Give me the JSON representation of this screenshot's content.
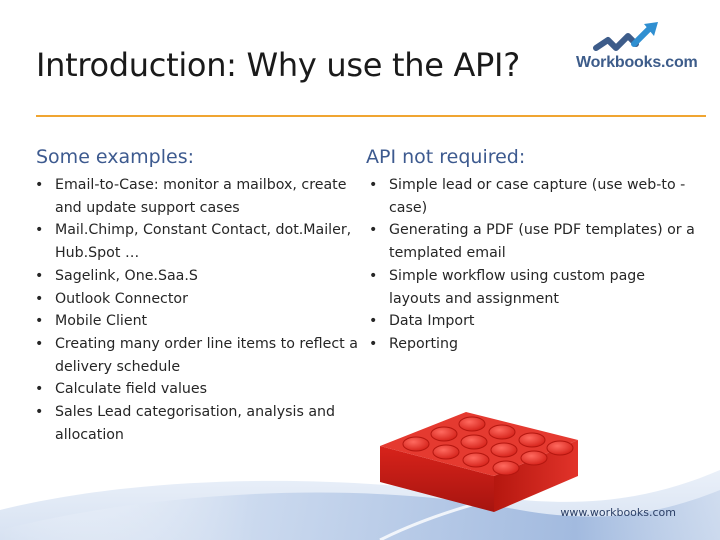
{
  "slide": {
    "title": "Introduction: Why use the API?",
    "logo_text": "Workbooks.com",
    "footer_url": "www.workbooks.com"
  },
  "left_column": {
    "heading": "Some examples:",
    "items": [
      "Email-to-Case: monitor a mailbox, create and update support cases",
      "Mail.Chimp, Constant Contact, dot.Mailer, Hub.Spot …",
      "Sagelink, One.Saa.S",
      "Outlook Connector",
      "Mobile Client",
      "Creating many order line items to reflect a delivery schedule",
      "Calculate field values",
      "Sales Lead categorisation, analysis and allocation"
    ]
  },
  "right_column": {
    "heading": "API not required:",
    "items": [
      "Simple lead or case capture (use web-to -case)",
      "Generating a PDF (use PDF templates) or a templated email",
      "Simple workflow using custom page layouts and assignment",
      "Data Import",
      "Reporting"
    ]
  },
  "colors": {
    "accent_rule": "#f0a531",
    "heading": "#3d5a8f",
    "logo": "#3d5c8a",
    "brick": "#e3241b",
    "swoosh": "#b9cbe6"
  },
  "icons": [
    "workbooks-logo-icon",
    "lego-brick-icon"
  ]
}
